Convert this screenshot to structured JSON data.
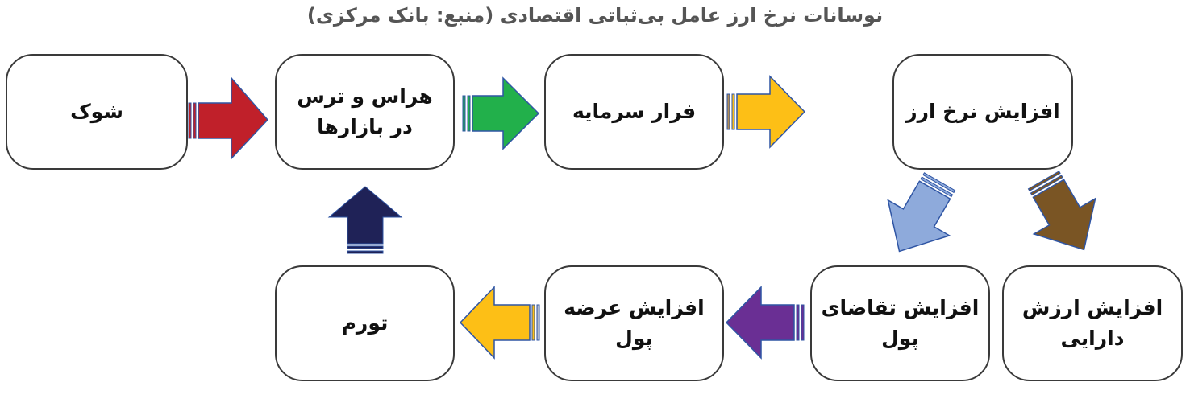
{
  "title": "نوسانات نرخ ارز عامل بی‌ثباتی اقتصادی (منبع: بانک مرکزی)",
  "nodes": [
    {
      "id": "shock",
      "label": "شوک"
    },
    {
      "id": "panic",
      "label": "هراس و ترس\nدر بازارها"
    },
    {
      "id": "capital_flight",
      "label": "فرار سرمایه"
    },
    {
      "id": "fx_rise",
      "label": "افزایش نرخ ارز"
    },
    {
      "id": "money_demand",
      "label": "افزایش تقاضای\nپول"
    },
    {
      "id": "asset_value",
      "label": "افزایش ارزش\nدارایی"
    },
    {
      "id": "money_supply",
      "label": "افزایش عرضه\nپول"
    },
    {
      "id": "inflation",
      "label": "تورم"
    }
  ],
  "edges": [
    {
      "from": "shock",
      "to": "panic",
      "direction": "right",
      "color": "#c0202a"
    },
    {
      "from": "panic",
      "to": "capital_flight",
      "direction": "right",
      "color": "#22b04b"
    },
    {
      "from": "capital_flight",
      "to": "fx_rise",
      "direction": "right",
      "color": "#fdbf16"
    },
    {
      "from": "fx_rise",
      "to": "money_demand",
      "direction": "down-left",
      "color": "#8eaadb"
    },
    {
      "from": "fx_rise",
      "to": "asset_value",
      "direction": "down-right",
      "color": "#7a5524"
    },
    {
      "from": "money_demand",
      "to": "money_supply",
      "direction": "left",
      "color": "#6a2f94"
    },
    {
      "from": "money_supply",
      "to": "inflation",
      "direction": "left",
      "color": "#fdbf16"
    },
    {
      "from": "inflation",
      "to": "panic",
      "direction": "up",
      "color": "#1f2257"
    }
  ],
  "colors": {
    "outline": "#2f55a4",
    "box_border": "#3a3a3a",
    "title_text": "#555555"
  }
}
